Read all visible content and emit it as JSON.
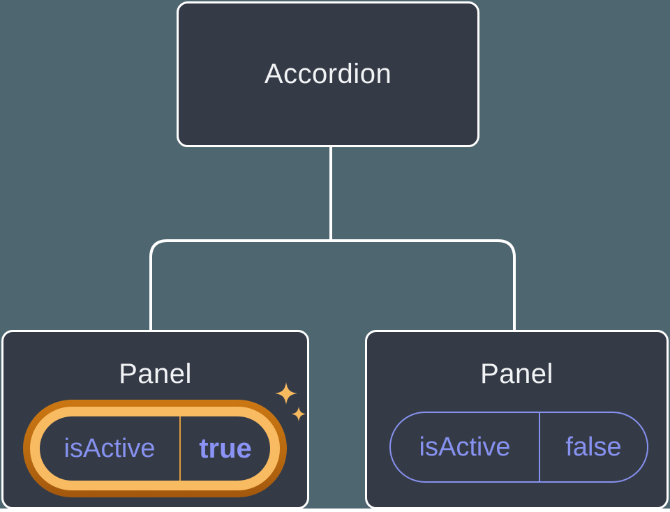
{
  "diagram_title": "component-tree-with-state",
  "colors": {
    "background": "#4e6670",
    "node_fill": "#343b47",
    "node_border": "#ffffff",
    "label_text": "#f2f3f5",
    "state_purple": "#8791ef",
    "state_value_purple": "#8b94f6",
    "highlight_ring_outer": "#b96a10",
    "highlight_ring_band": "#f9bb62",
    "highlight_divider": "#e19b3c",
    "sparkle": "#f8ba5f"
  },
  "tree": {
    "root": {
      "label": "Accordion"
    },
    "children": [
      {
        "label": "Panel",
        "highlighted": true,
        "state": {
          "key": "isActive",
          "value": "true"
        }
      },
      {
        "label": "Panel",
        "highlighted": false,
        "state": {
          "key": "isActive",
          "value": "false"
        }
      }
    ]
  }
}
